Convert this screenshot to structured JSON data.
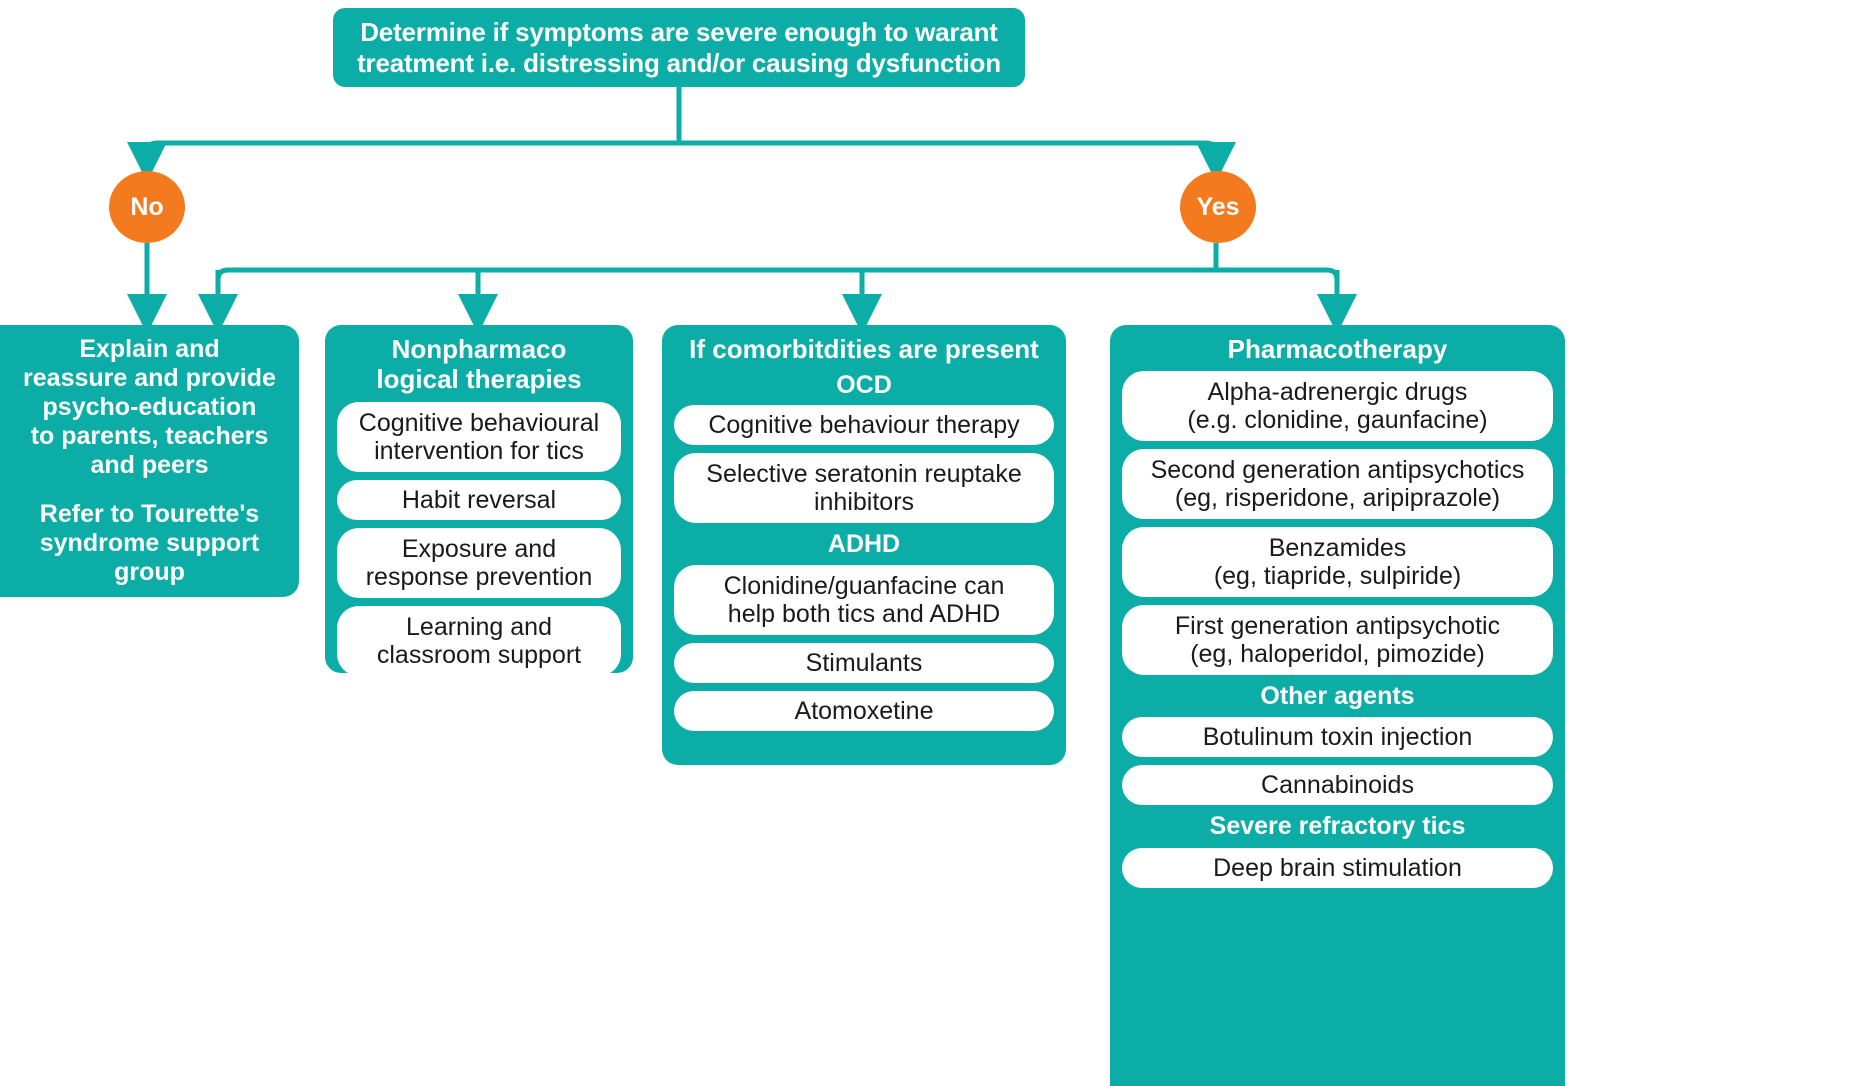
{
  "root": {
    "line1": "Determine if symptoms are severe enough to warant",
    "line2": "treatment i.e. distressing and/or causing dysfunction"
  },
  "decisions": {
    "no": "No",
    "yes": "Yes"
  },
  "colors": {
    "teal": "#0bada6",
    "orange": "#f47a20",
    "pill_bg": "#ffffff",
    "text_dark": "#1a1a1a",
    "text_light": "#ffffff"
  },
  "columns": {
    "explain": {
      "block1_line1": "Explain and",
      "block1_line2": "reassure and provide",
      "block1_line3": "psycho-education",
      "block1_line4": "to parents, teachers",
      "block1_line5": "and peers",
      "block2_line1": "Refer to Tourette's",
      "block2_line2": "syndrome support",
      "block2_line3": "group"
    },
    "nonpharmacological": {
      "head_line1": "Nonpharmaco",
      "head_line2": "logical therapies",
      "items": [
        {
          "line1": "Cognitive behavioural",
          "line2": "intervention for tics"
        },
        {
          "line1": "Habit reversal",
          "line2": ""
        },
        {
          "line1": "Exposure and",
          "line2": "response prevention"
        },
        {
          "line1": "Learning and",
          "line2": "classroom support"
        }
      ]
    },
    "comorbidities": {
      "head": "If comorbitdities are present",
      "groups": [
        {
          "label": "OCD",
          "items": [
            {
              "line1": "Cognitive behaviour therapy",
              "line2": ""
            },
            {
              "line1": "Selective seratonin reuptake",
              "line2": "inhibitors"
            }
          ]
        },
        {
          "label": "ADHD",
          "items": [
            {
              "line1": "Clonidine/guanfacine can",
              "line2": "help both tics and ADHD"
            },
            {
              "line1": "Stimulants",
              "line2": ""
            },
            {
              "line1": "Atomoxetine",
              "line2": ""
            }
          ]
        }
      ]
    },
    "pharmacotherapy": {
      "head": "Pharmacotherapy",
      "items": [
        {
          "line1": "Alpha-adrenergic drugs",
          "line2": "(e.g. clonidine, gaunfacine)"
        },
        {
          "line1": "Second generation antipsychotics",
          "line2": "(eg, risperidone, aripiprazole)"
        },
        {
          "line1": "Benzamides",
          "line2": "(eg, tiapride, sulpiride)"
        },
        {
          "line1": "First generation antipsychotic",
          "line2": "(eg, haloperidol, pimozide)"
        }
      ],
      "other_agents_label": "Other agents",
      "other_agents": [
        {
          "line1": "Botulinum toxin injection",
          "line2": ""
        },
        {
          "line1": "Cannabinoids",
          "line2": ""
        }
      ],
      "severe_label": "Severe refractory tics",
      "severe_items": [
        {
          "line1": "Deep brain stimulation",
          "line2": ""
        }
      ]
    }
  }
}
